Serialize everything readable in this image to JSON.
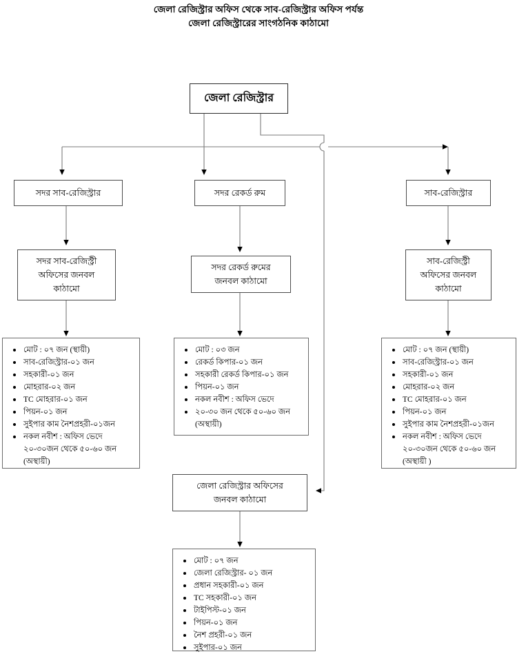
{
  "title": {
    "line1": "জেলা রেজিস্ট্রার অফিস থেকে সাব-রেজিস্ট্রার অফিস পর্যন্ত",
    "line2": "জেলা রেজিস্ট্রারের সাংগঠনিক কাঠামো"
  },
  "colors": {
    "box_border": "#4a4a4a",
    "list_border": "#6a6a6a",
    "line": "#7a7a7a",
    "arrow": "#000000",
    "background": "#ffffff",
    "text": "#000000"
  },
  "nodes": {
    "root": "জেলা রেজিস্ট্রার",
    "level1": [
      "সদর সাব-রেজিস্ট্রার",
      "সদর রেকর্ড রুম",
      "সাব-রেজিস্ট্রার"
    ],
    "level2": [
      "সদর সাব-রেজিস্ট্রী\nঅফিসের জনবল\nকাঠামো",
      "সদর রেকর্ড রুমের\nজনবল কাঠামো",
      "সাব-রেজিস্ট্রী\nঅফিসের জনবল\nকাঠামো"
    ],
    "hub": "জেলা রেজিস্ট্রার অফিসের\nজনবল কাঠামো"
  },
  "lists": {
    "sadar_sub_registry": [
      "মোট : ০৭ জন (স্থায়ী)",
      "সাব-রেজিস্ট্রার-০১ জন",
      "সহকারী-০১ জন",
      "মোহরার-০২ জন",
      "TC মোহরার-০১ জন",
      "পিয়ন-০১ জন",
      "সুইপার কাম নৈশপ্রহরী-০১জন",
      "নকল নবীশ : অফিস ভেদে\n২০-৩০জন থেকে ৫০-৬০ জন\n(অস্থায়ী)"
    ],
    "sadar_record_room": [
      "মোট : ০৩ জন",
      "রেকর্ড কিপার-০১ জন",
      "সহকারী রেকর্ড কিপার-০১ জন",
      "পিয়ন-০১ জন",
      "নকল নবীশ : অফিস ভেদে",
      "২০-৩০ জন থেকে ৫০-৬০ জন\n(অস্থায়ী)"
    ],
    "sub_registry": [
      "মোট : ০৭ জন (স্থায়ী)",
      "সাব-রেজিস্ট্রার-০১ জন",
      "সহকারী-০১ জন",
      "মোহরার-০২ জন",
      "TC মোহরার-০১ জন",
      "পিয়ন-০১ জন",
      "সুইপার কাম নৈশপ্রহরী-০১জন",
      "নকল নবীশ : অফিস ভেদে\n২০-৩০জন থেকে ৫০-৬০ জন\n(অস্থায়ী )"
    ],
    "district_registrar_office": [
      "মোট : ০৭ জন",
      "জেলা রেজিস্ট্রার- ০১ জন",
      "প্রধান সহকারী-০১ জন",
      "TC সহকারী-০১ জন",
      "টাইপিস্ট-০১ জন",
      "পিয়ন-০১ জন",
      "নৈশ প্রহরী-০১ জন",
      "সুইপার-০১ জন"
    ]
  }
}
